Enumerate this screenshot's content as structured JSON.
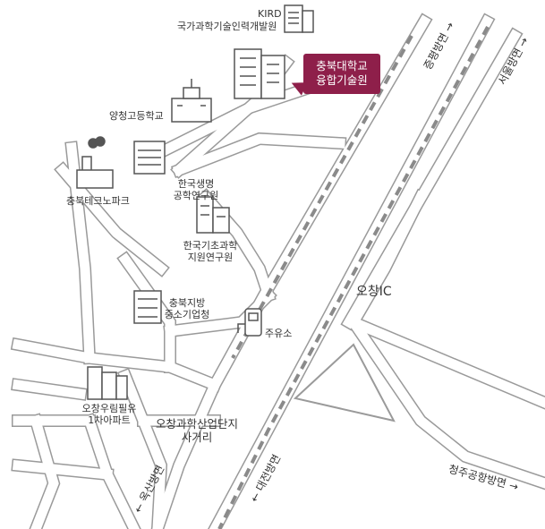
{
  "labels": {
    "kird_code": "KIRD",
    "kird_name": "국가과학기술인력개발원",
    "yangcheong_school": "양청고등학교",
    "techno_park": "충북테크노파크",
    "kribb_line1": "한국생명",
    "kribb_line2": "공학연구원",
    "kbsi_line1": "한국기초과학",
    "kbsi_line2": "지원연구원",
    "smba_line1": "충북지방",
    "smba_line2": "중소기업청",
    "gas_station": "주유소",
    "apartment_line1": "오창우림필유",
    "apartment_line2": "1차아파트",
    "intersection_line1": "오창과학산업단지",
    "intersection_line2": "사거리",
    "ochang_ic": "오창IC"
  },
  "destination": {
    "line1": "충북대학교",
    "line2": "융합기술원"
  },
  "directions": {
    "jeungpyeong": "증평방면 →",
    "seoul": "서울방면 →",
    "cheongju_airport": "청주공항방면 →",
    "daejeon": "← 대전방면",
    "oksan": "← 옥산방면"
  },
  "colors": {
    "road_fill": "#ffffff",
    "road_edge": "#9a9a9a",
    "highway_dash": "#8a8a8a",
    "building": "#555555",
    "destination_accent": "#8e1f4a"
  }
}
